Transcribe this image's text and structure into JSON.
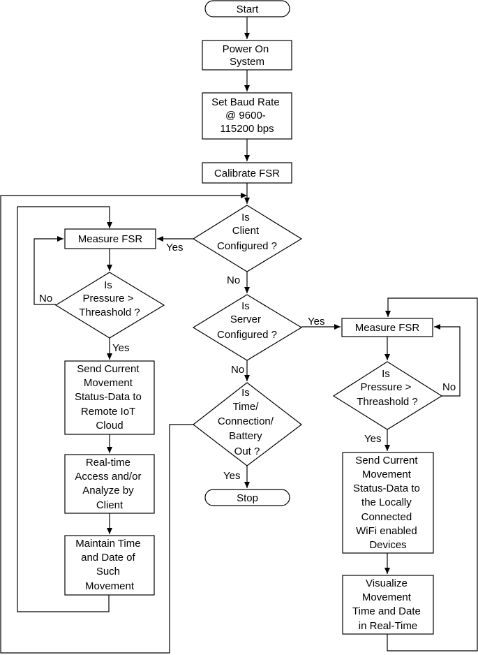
{
  "nodes": {
    "start": "Start",
    "power_on": [
      "Power On",
      "System"
    ],
    "set_baud": [
      "Set Baud Rate",
      "@ 9600-",
      "115200 bps"
    ],
    "calibrate": "Calibrate FSR",
    "client_decision": [
      "Is",
      "Client",
      "Configured ?"
    ],
    "measure_left": "Measure FSR",
    "pressure_left": [
      "Is",
      "Pressure >",
      "Threashold ?"
    ],
    "send_cloud": [
      "Send Current",
      "Movement",
      "Status-Data to",
      "Remote IoT",
      "Cloud"
    ],
    "realtime_access": [
      "Real-time",
      "Access and/or",
      "Analyze by",
      "Client"
    ],
    "maintain_time": [
      "Maintain Time",
      "and Date of",
      "Such",
      "Movement"
    ],
    "server_decision": [
      "Is",
      "Server",
      "Configured ?"
    ],
    "timeout_decision": [
      "Is",
      "Time/",
      "Connection/",
      "Battery",
      "Out ?"
    ],
    "stop": "Stop",
    "measure_right": "Measure FSR",
    "pressure_right": [
      "Is",
      "Pressure >",
      "Threashold ?"
    ],
    "send_local": [
      "Send Current",
      "Movement",
      "Status-Data to",
      "the Locally",
      "Connected",
      "WiFi enabled",
      "Devices"
    ],
    "visualize": [
      "Visualize",
      "Movement",
      "Time and Date",
      "in Real-Time"
    ]
  },
  "edge_labels": {
    "client_yes": "Yes",
    "client_no": "No",
    "pressure_left_no": "No",
    "pressure_left_yes": "Yes",
    "server_yes": "Yes",
    "server_no": "No",
    "pressure_right_no": "No",
    "pressure_right_yes": "Yes",
    "timeout_yes": "Yes"
  }
}
